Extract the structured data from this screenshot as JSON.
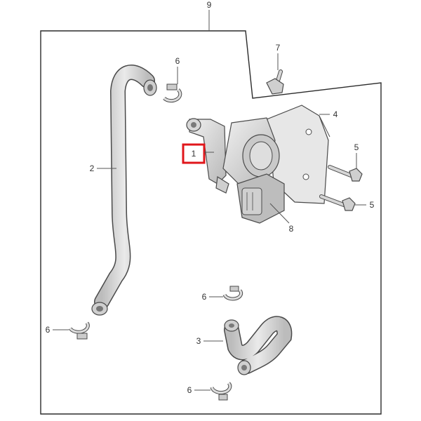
{
  "diagram": {
    "assembly_label": "9",
    "highlight_color": "#e0161b",
    "part_fill": "#dcdcdc",
    "part_shade": "#bdbdbd",
    "line_color": "#2b2b2b",
    "callouts": {
      "pump": "1",
      "hose_long": "2",
      "hose_u": "3",
      "bracket": "4",
      "bolt_a": "5",
      "bolt_b": "5",
      "clamp_top": "6",
      "clamp_left": "6",
      "clamp_mid": "6",
      "clamp_bottom": "6",
      "screw": "7",
      "connector": "8"
    },
    "highlighted_callout": "1"
  }
}
